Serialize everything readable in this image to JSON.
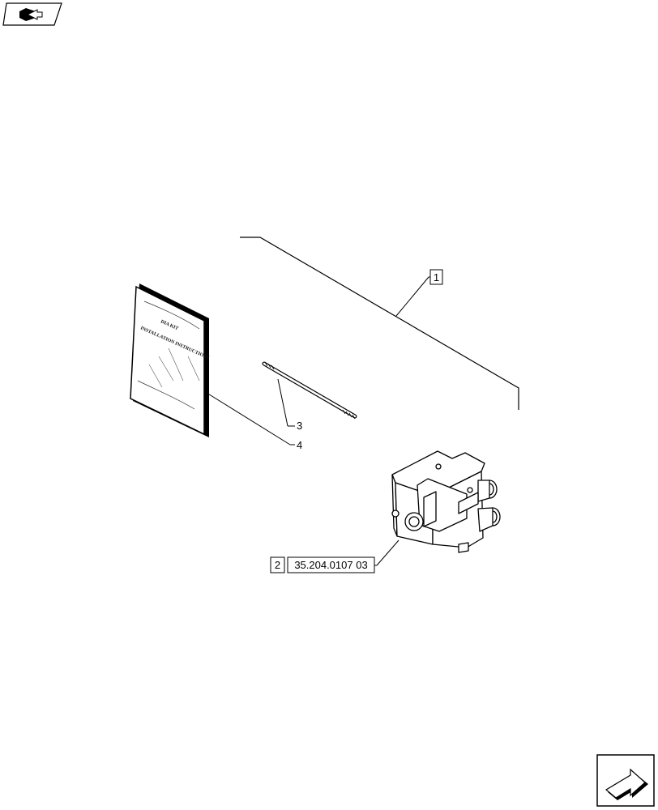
{
  "diagram": {
    "callouts": {
      "item1": "1",
      "item2": "2",
      "item2_ref": "35.204.0107 03",
      "item3": "3",
      "item4": "4"
    },
    "booklet": {
      "line1": "DIA KIT",
      "line2": "INSTALLATION INSTRUCTIONS"
    }
  },
  "icons": {
    "top_left": "book-arrow-icon",
    "bottom_right": "next-page-arrow-icon"
  },
  "colors": {
    "line": "#000000",
    "background": "#ffffff"
  }
}
